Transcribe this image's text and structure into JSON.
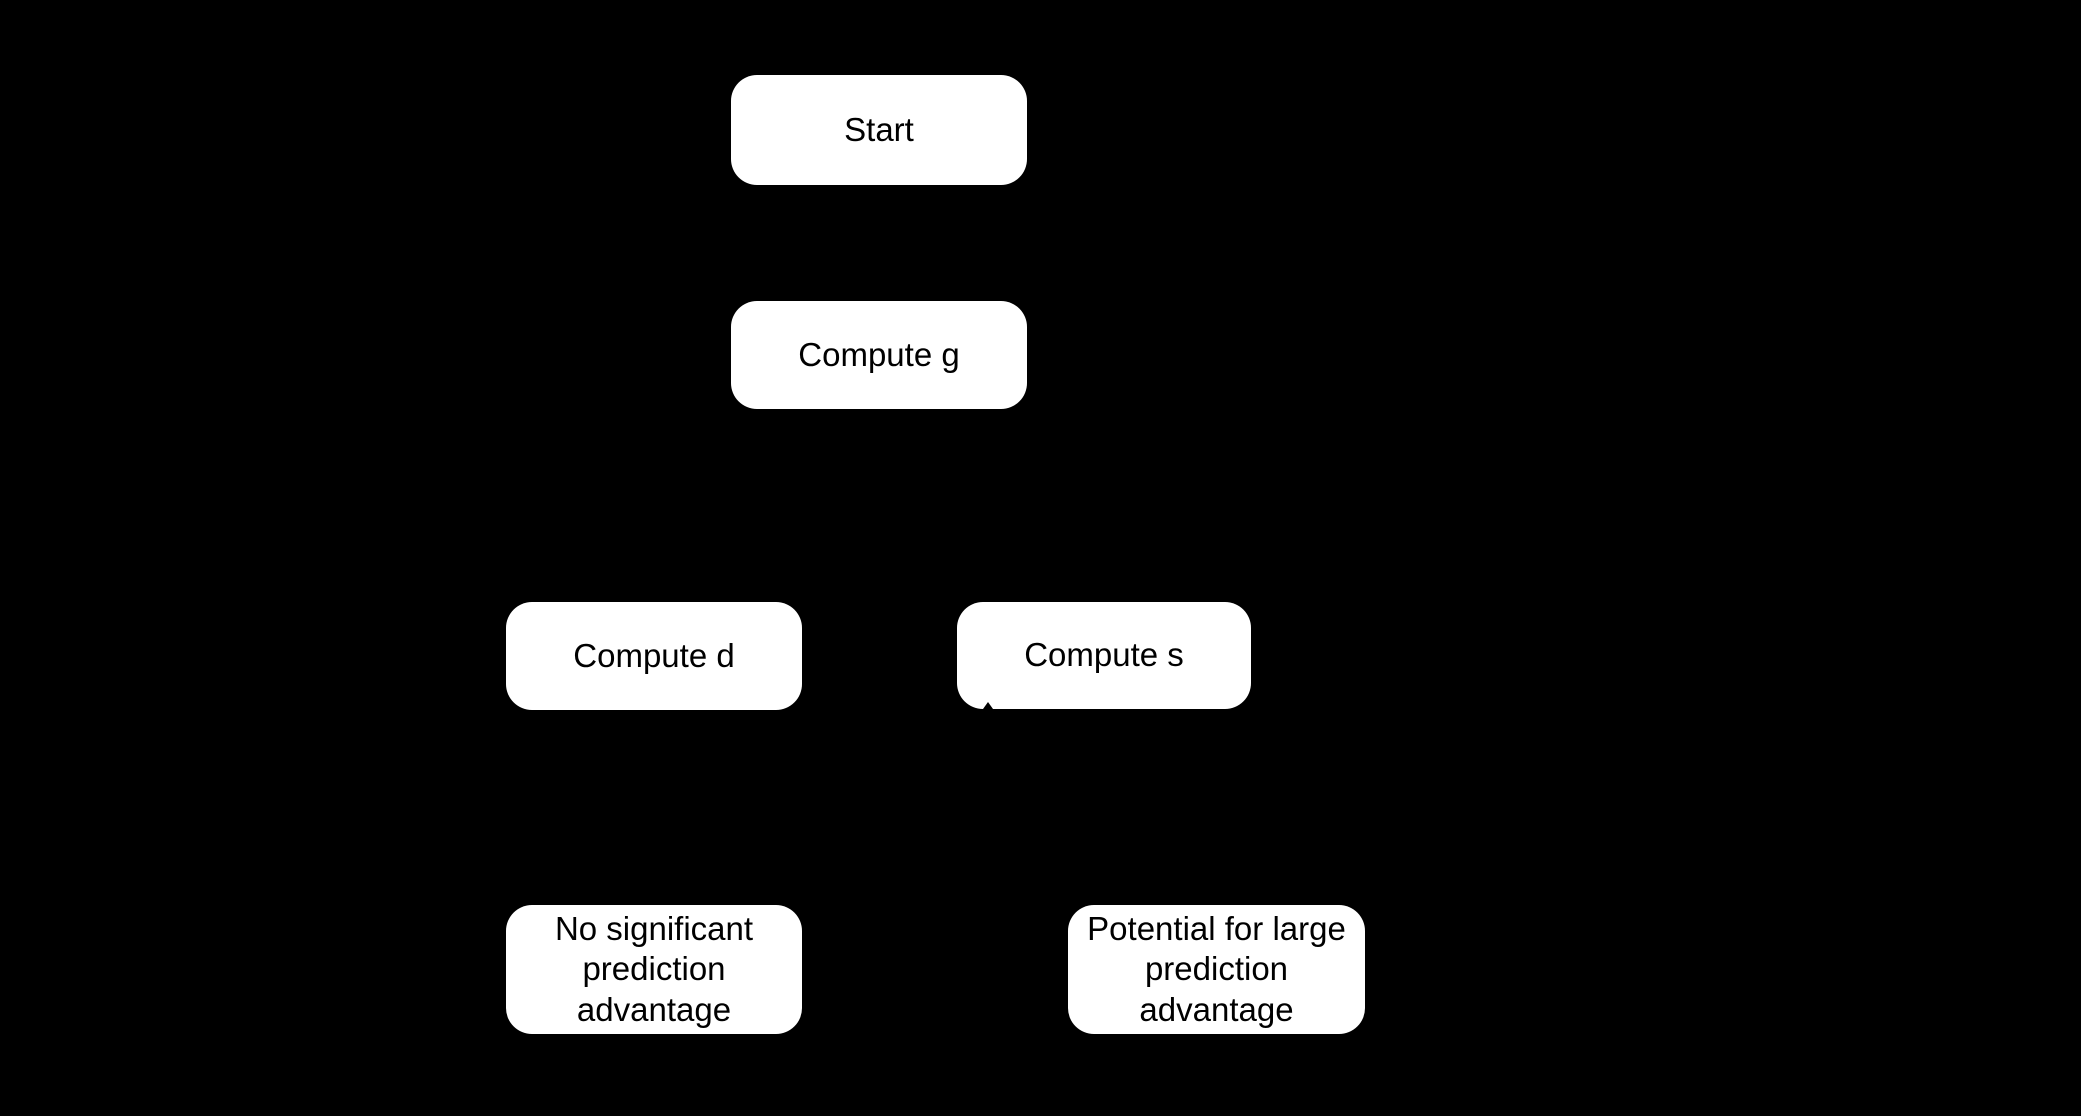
{
  "diagram": {
    "type": "flowchart",
    "colors": {
      "background": "#000000",
      "node_fill": "#ffffff",
      "node_text": "#000000"
    },
    "nodes": [
      {
        "id": "start",
        "label": "Start"
      },
      {
        "id": "compute-g",
        "label": "Compute g"
      },
      {
        "id": "compute-d",
        "label": "Compute d"
      },
      {
        "id": "compute-s",
        "label": "Compute s"
      },
      {
        "id": "no-advantage",
        "label": "No significant\nprediction\nadvantage"
      },
      {
        "id": "large-advantage",
        "label": "Potential for large\nprediction\nadvantage"
      }
    ]
  }
}
